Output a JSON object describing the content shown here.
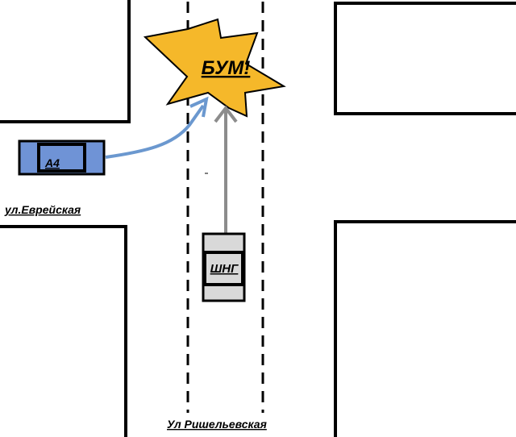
{
  "streets": {
    "horizontal_label": "ул.Еврейская",
    "vertical_label": "Ул Ришельевская"
  },
  "vehicles": {
    "a4": {
      "label": "A4",
      "color": "#6f93d6"
    },
    "shng": {
      "label": "ШНГ",
      "color": "#d9d9d9"
    }
  },
  "impact": {
    "label": "БУМ!",
    "color": "#f5b82a"
  },
  "colors": {
    "block_outline": "#000000",
    "lane_marking": "#000000",
    "a4_path": "#6b98cf",
    "shng_path": "#8c8c8c"
  }
}
